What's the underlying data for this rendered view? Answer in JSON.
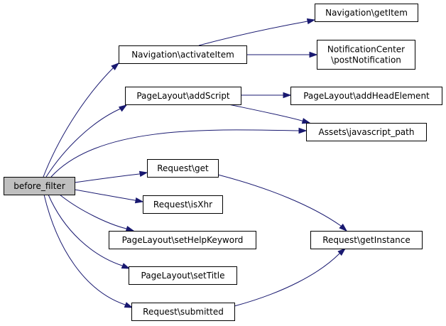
{
  "diagram": {
    "type": "call-graph",
    "edge_color": "#191970",
    "root_fill": "#bfbfbf",
    "nodes": [
      {
        "id": "before_filter",
        "lines": [
          "before_filter"
        ],
        "root": true
      },
      {
        "id": "nav_activate",
        "lines": [
          "Navigation\\activateItem"
        ]
      },
      {
        "id": "nav_getitem",
        "lines": [
          "Navigation\\getItem"
        ]
      },
      {
        "id": "notif_post",
        "lines": [
          "NotificationCenter",
          "\\postNotification"
        ]
      },
      {
        "id": "pl_addscript",
        "lines": [
          "PageLayout\\addScript"
        ]
      },
      {
        "id": "pl_addhead",
        "lines": [
          "PageLayout\\addHeadElement"
        ]
      },
      {
        "id": "assets_js",
        "lines": [
          "Assets\\javascript_path"
        ]
      },
      {
        "id": "req_get",
        "lines": [
          "Request\\get"
        ]
      },
      {
        "id": "req_getinstance",
        "lines": [
          "Request\\getInstance"
        ]
      },
      {
        "id": "req_isxhr",
        "lines": [
          "Request\\isXhr"
        ]
      },
      {
        "id": "pl_sethelp",
        "lines": [
          "PageLayout\\setHelpKeyword"
        ]
      },
      {
        "id": "pl_settitle",
        "lines": [
          "PageLayout\\setTitle"
        ]
      },
      {
        "id": "req_submitted",
        "lines": [
          "Request\\submitted"
        ]
      }
    ],
    "edges": [
      {
        "from": "before_filter",
        "to": "nav_activate"
      },
      {
        "from": "before_filter",
        "to": "pl_addscript"
      },
      {
        "from": "before_filter",
        "to": "assets_js"
      },
      {
        "from": "before_filter",
        "to": "req_get"
      },
      {
        "from": "before_filter",
        "to": "req_isxhr"
      },
      {
        "from": "before_filter",
        "to": "pl_sethelp"
      },
      {
        "from": "before_filter",
        "to": "pl_settitle"
      },
      {
        "from": "before_filter",
        "to": "req_submitted"
      },
      {
        "from": "nav_activate",
        "to": "nav_getitem"
      },
      {
        "from": "nav_activate",
        "to": "notif_post"
      },
      {
        "from": "pl_addscript",
        "to": "pl_addhead"
      },
      {
        "from": "pl_addscript",
        "to": "assets_js"
      },
      {
        "from": "req_get",
        "to": "req_getinstance"
      },
      {
        "from": "req_submitted",
        "to": "req_getinstance"
      }
    ]
  }
}
